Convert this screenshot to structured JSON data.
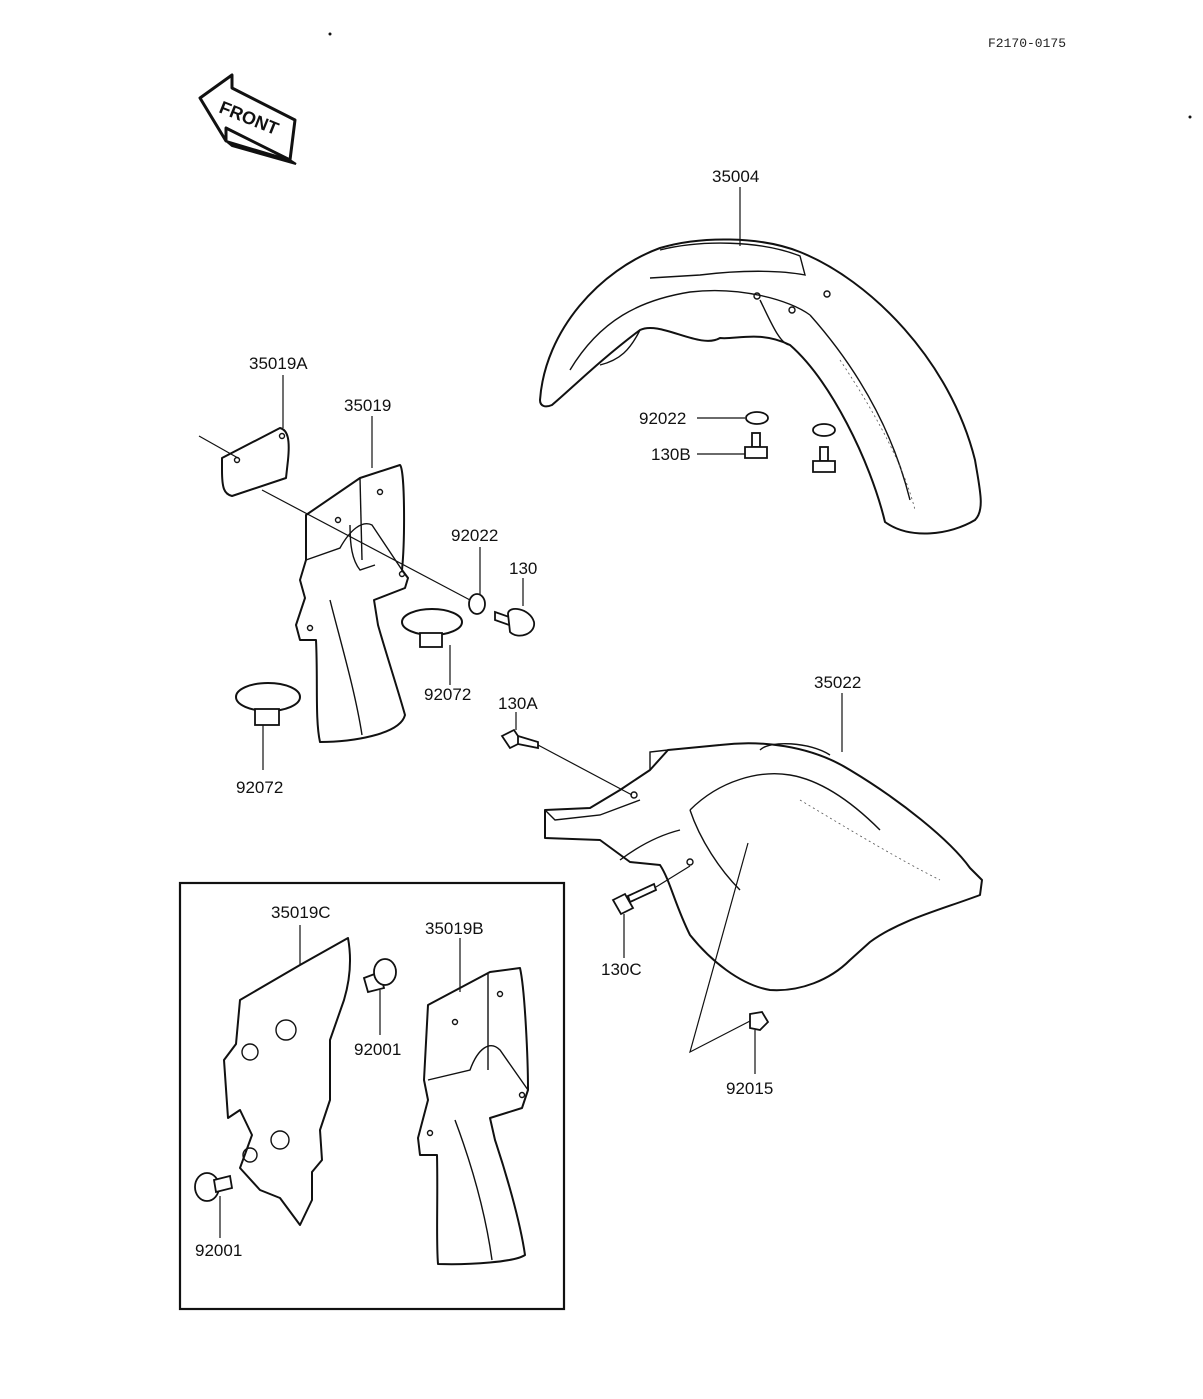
{
  "drawing_code": "F2170-0175",
  "front_arrow": {
    "label": "FRONT"
  },
  "parts": {
    "p35004": "35004",
    "p92022_front": "92022",
    "p130B": "130B",
    "p35019A": "35019A",
    "p35019": "35019",
    "p92022_guard": "92022",
    "p130": "130",
    "p92072_upper": "92072",
    "p92072_lower": "92072",
    "p35022": "35022",
    "p130A": "130A",
    "p130C": "130C",
    "p92015": "92015",
    "p35019C": "35019C",
    "p35019B": "35019B",
    "p92001_upper": "92001",
    "p92001_lower": "92001"
  }
}
